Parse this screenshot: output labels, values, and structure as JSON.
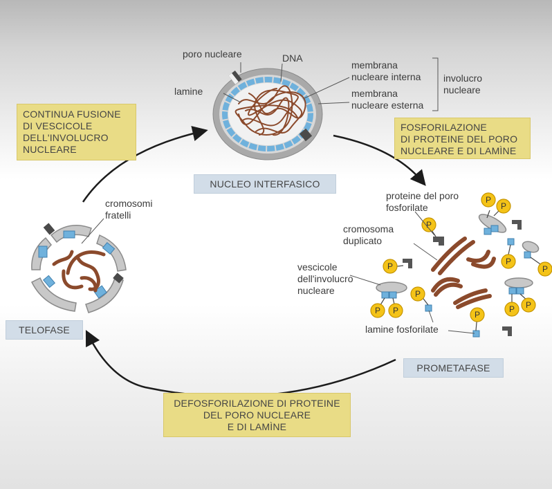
{
  "colors": {
    "envelope": "#a9a9a9",
    "lamina": "#6fb1dc",
    "chromosome": "#8b4a2c",
    "phosphate": "#f4c318",
    "step_box": "#e9dc86",
    "stage_box": "#d2dde8"
  },
  "stages": {
    "interphase": "NUCLEO INTERFASICO",
    "prometaphase": "PROMETAFASE",
    "telophase": "TELOFASE"
  },
  "steps": {
    "phosphorylation": "FOSFORILAZIONE\nDI PROTEINE DEL PORO\nNUCLEARE E DI LAMÌNE",
    "dephosphorylation": "DEFOSFORILAZIONE DI PROTEINE\nDEL PORO NUCLEARE\nE DI LAMÌNE",
    "fusion": "CONTINUA FUSIONE\nDI VESCICOLE\nDELL'INVOLUCRO\nNUCLEARE"
  },
  "labels": {
    "nuclear_pore": "poro nucleare",
    "dna": "DNA",
    "laminae": "lamine",
    "inner_membrane": "membrana\nnucleare interna",
    "outer_membrane": "membrana\nnucleare esterna",
    "envelope": "involucro\nnucleare",
    "phospho_pore_proteins": "proteine del poro\nfosforilate",
    "duplicated_chromosome": "cromosoma\nduplicato",
    "envelope_vesicles": "vescicole\ndell'involucro\nnucleare",
    "phospho_laminae": "lamine fosforilate",
    "sister_chromosomes": "cromosomi\nfratelli",
    "phosphate_symbol": "P"
  }
}
